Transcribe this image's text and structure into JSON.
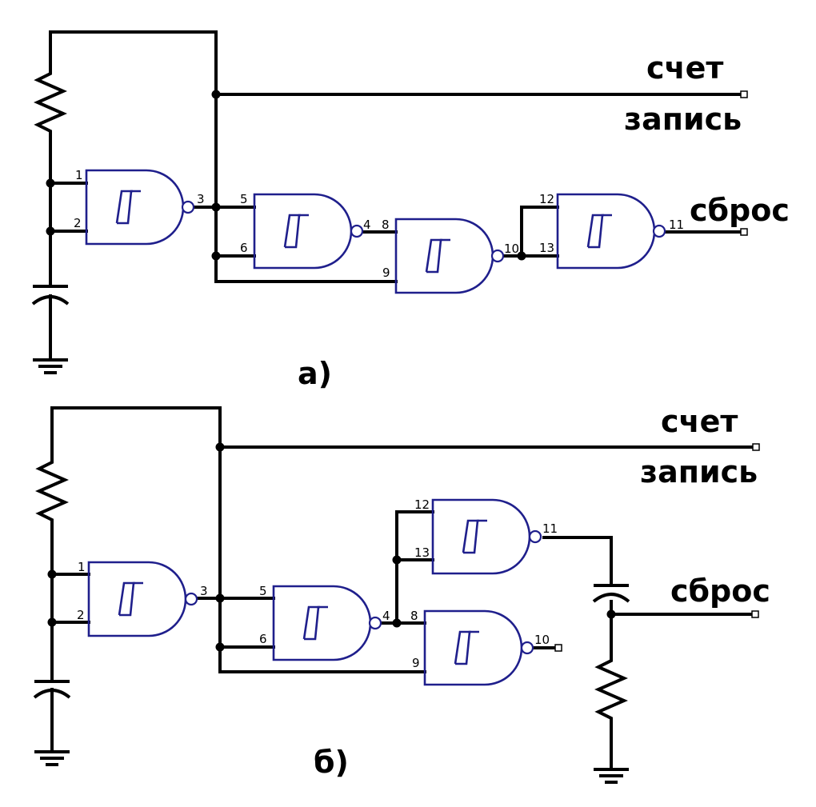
{
  "colors": {
    "wire": "#000000",
    "gate": "#1f1f8c",
    "background": "#ffffff"
  },
  "labels": {
    "count": "счет",
    "write": "запись",
    "reset": "сброс",
    "variant_a": "а)",
    "variant_b": "б)"
  },
  "pins": {
    "p1": "1",
    "p2": "2",
    "p3": "3",
    "p4": "4",
    "p5": "5",
    "p6": "6",
    "p8": "8",
    "p9": "9",
    "p10": "10",
    "p11": "11",
    "p12": "12",
    "p13": "13"
  }
}
